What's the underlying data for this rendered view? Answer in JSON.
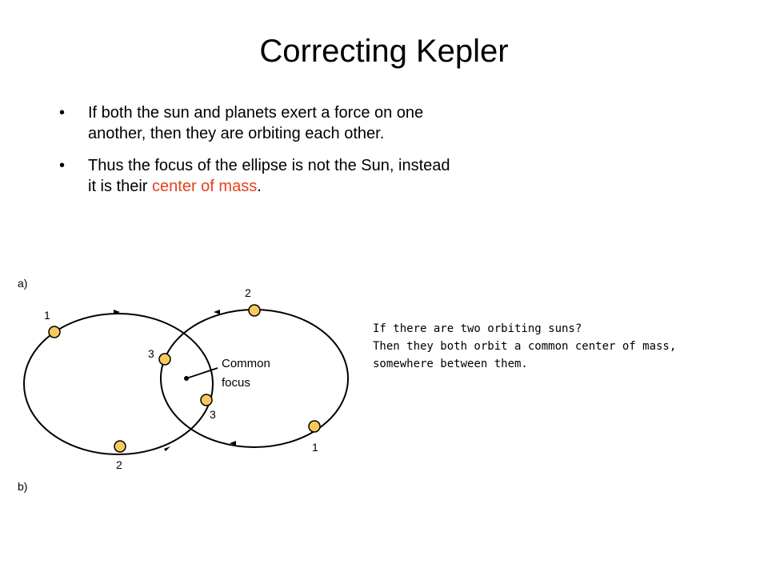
{
  "slide": {
    "title": "Correcting Kepler",
    "bullet_char": "•",
    "bullets": [
      {
        "text": "If both the sun and planets exert a force on one another, then they are orbiting each other."
      },
      {
        "before": "Thus the focus of the ellipse is not the Sun, instead it is their ",
        "highlight": "center of mass",
        "after": "."
      }
    ],
    "highlight_color": "#e8401c"
  },
  "diagram": {
    "panel_a_label": "a)",
    "panel_b_label": "b)",
    "focus_label_line1": "Common",
    "focus_label_line2": "focus",
    "left_orbit_labels": [
      "1",
      "2",
      "3"
    ],
    "right_orbit_labels": [
      "1",
      "2",
      "3"
    ],
    "body_color": "#f8c95a"
  },
  "note": {
    "lines": [
      "If there are two orbiting suns?",
      "Then they both orbit a common center of mass,",
      "somewhere between them."
    ]
  }
}
